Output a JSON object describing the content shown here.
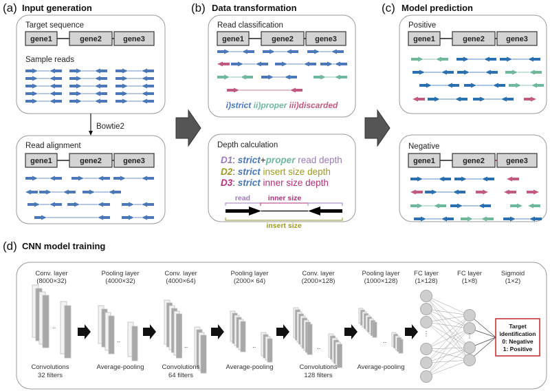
{
  "panels": {
    "a": {
      "letter": "(a)",
      "title": "Input generation",
      "target_label": "Target sequence",
      "sample_label": "Sample reads",
      "tool": "Bowtie2",
      "alignment_label": "Read alignment"
    },
    "b": {
      "letter": "(b)",
      "title": "Data transformation",
      "classification_label": "Read classification",
      "legend": {
        "strict": "i)strict",
        "proper": "ii)proper",
        "discarded": "iii)discarded"
      },
      "depth_label": "Depth calculation",
      "d1": {
        "key": "D1",
        "sep": ": ",
        "strict": "strict",
        "plus": "+",
        "proper": "proper",
        "rest": " read depth"
      },
      "d2": {
        "key": "D2",
        "sep": ": ",
        "strict": "strict",
        "rest": " insert size depth"
      },
      "d3": {
        "key": "D3",
        "sep": ": ",
        "strict": "strict",
        "rest": " inner size depth"
      },
      "read_label": "read",
      "inner_label": "inner size",
      "insert_label": "insert size"
    },
    "c": {
      "letter": "(c)",
      "title": "Model prediction",
      "positive_label": "Positive",
      "negative_label": "Negative"
    },
    "d": {
      "letter": "(d)",
      "title": "CNN model training",
      "layers": [
        {
          "name": "Conv. layer",
          "dims": "(8000×32)",
          "op": "Convolutions",
          "op2": "32 filters"
        },
        {
          "name": "Pooling layer",
          "dims": "(4000×32)",
          "op": "Average-pooling",
          "op2": ""
        },
        {
          "name": "Conv. layer",
          "dims": "(4000×64)",
          "op": "Convolutions",
          "op2": "64 filters"
        },
        {
          "name": "Pooling layer",
          "dims": "(2000× 64)",
          "op": "Average-pooling",
          "op2": ""
        },
        {
          "name": "Conv. layer",
          "dims": "(2000×128)",
          "op": "Convolutions",
          "op2": "128 filters"
        },
        {
          "name": "Pooling layer",
          "dims": "(1000×128)",
          "op": "Average-pooling",
          "op2": ""
        },
        {
          "name": "FC layer",
          "dims": "(1×128)",
          "op": "",
          "op2": ""
        },
        {
          "name": "FC layer",
          "dims": "(1×8)",
          "op": "",
          "op2": ""
        },
        {
          "name": "Sigmoid",
          "dims": "(1×2)",
          "op": "",
          "op2": ""
        }
      ],
      "output": [
        "Target",
        "identification",
        "0: Negative",
        "1: Positive"
      ]
    }
  },
  "genes": [
    "gene1",
    "gene2",
    "gene3"
  ],
  "colors": {
    "strict": "#4a78b8",
    "strict_dark": "#2a70b0",
    "proper": "#6fb89c",
    "discarded": "#c05a80",
    "d1": "#9b7bb8",
    "d2": "#9a9a22",
    "d3": "#b0307a",
    "gene_fill": "#d4d4d4",
    "output_border": "#c0262c",
    "arrow_big": "#555555"
  }
}
